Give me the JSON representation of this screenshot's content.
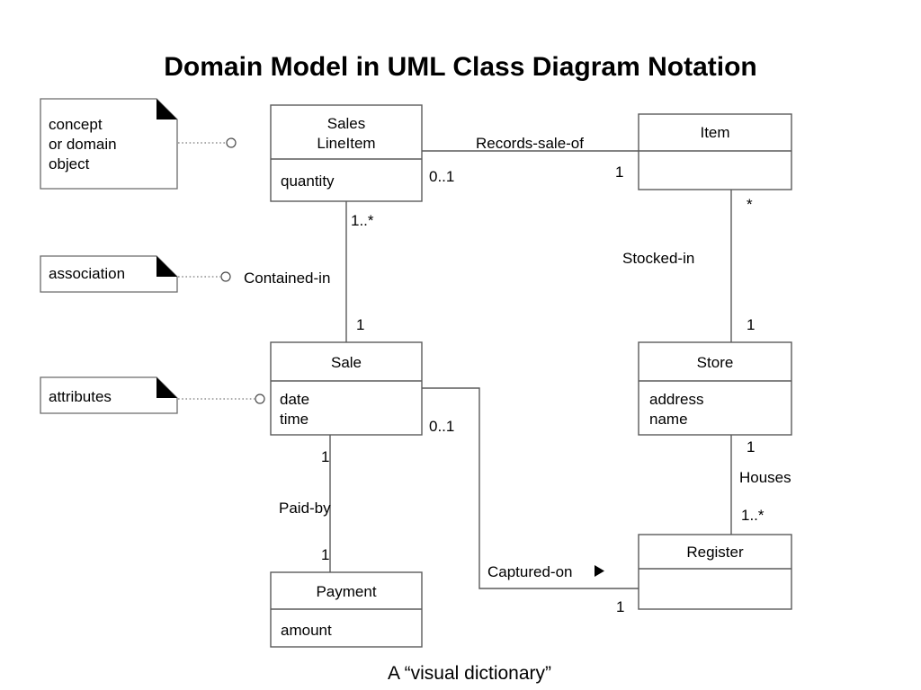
{
  "page": {
    "title": "Domain Model in UML Class Diagram Notation",
    "caption": "A “visual dictionary”",
    "background": "#ffffff",
    "line_color": "#5a5a5a",
    "text_color": "#000000"
  },
  "notes": [
    {
      "id": "note-concept",
      "lines": [
        "concept",
        "or domain",
        "object"
      ],
      "line1": "concept",
      "line2": "or domain",
      "line3": "object"
    },
    {
      "id": "note-association",
      "lines": [
        "association"
      ],
      "line1": "association"
    },
    {
      "id": "note-attributes",
      "lines": [
        "attributes"
      ],
      "line1": "attributes"
    }
  ],
  "classes": [
    {
      "id": "class-sales-line-item",
      "name_line1": "Sales",
      "name_line2": "LineItem",
      "attributes": [
        "quantity"
      ],
      "attr1": "quantity"
    },
    {
      "id": "class-item",
      "name_line1": "Item",
      "attributes": []
    },
    {
      "id": "class-sale",
      "name_line1": "Sale",
      "attributes": [
        "date",
        "time"
      ],
      "attr1": "date",
      "attr2": "time"
    },
    {
      "id": "class-store",
      "name_line1": "Store",
      "attributes": [
        "address",
        "name"
      ],
      "attr1": "address",
      "attr2": "name"
    },
    {
      "id": "class-payment",
      "name_line1": "Payment",
      "attributes": [
        "amount"
      ],
      "attr1": "amount"
    },
    {
      "id": "class-register",
      "name_line1": "Register",
      "attributes": []
    }
  ],
  "associations": [
    {
      "id": "assoc-records-sale-of",
      "label": "Records-sale-of",
      "from": "SalesLineItem",
      "to": "Item",
      "mult_from": "0..1",
      "mult_to": "1",
      "navigable": false
    },
    {
      "id": "assoc-contained-in",
      "label": "Contained-in",
      "from": "SalesLineItem",
      "to": "Sale",
      "mult_from": "1..*",
      "mult_to": "1",
      "navigable": false
    },
    {
      "id": "assoc-stocked-in",
      "label": "Stocked-in",
      "from": "Item",
      "to": "Store",
      "mult_from": "*",
      "mult_to": "1",
      "navigable": false
    },
    {
      "id": "assoc-houses",
      "label": "Houses",
      "from": "Store",
      "to": "Register",
      "mult_from": "1",
      "mult_to": "1..*",
      "navigable": false
    },
    {
      "id": "assoc-paid-by",
      "label": "Paid-by",
      "from": "Sale",
      "to": "Payment",
      "mult_from": "1",
      "mult_to": "1",
      "navigable": false
    },
    {
      "id": "assoc-captured-on",
      "label": "Captured-on",
      "from": "Sale",
      "to": "Register",
      "mult_from": "0..1",
      "mult_to": "1",
      "navigable": true
    }
  ]
}
